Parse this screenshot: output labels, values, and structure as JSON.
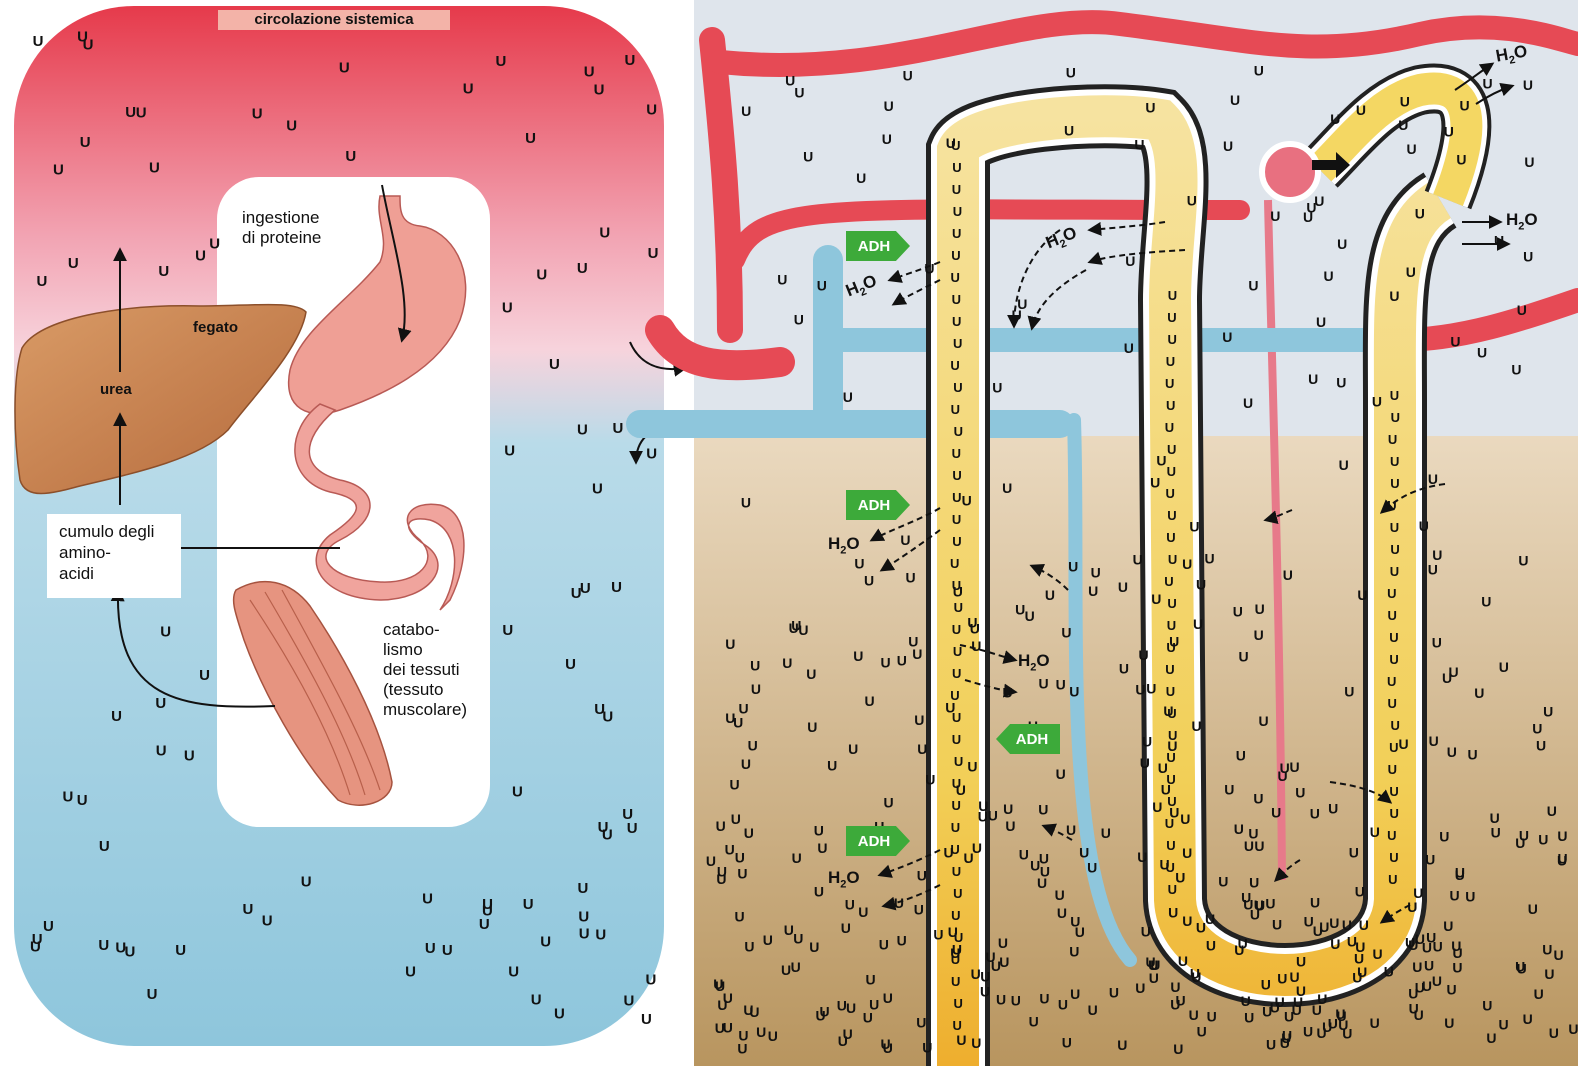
{
  "labels": {
    "systemic": "circolazione sistemica",
    "protein_intake": [
      "ingestione",
      "di proteine"
    ],
    "liver": "fegato",
    "urea": "urea",
    "amino_pool": [
      "cumulo degli",
      "amino-",
      "acidi"
    ],
    "catabolism": [
      "catabo-",
      "lismo",
      "dei tessuti",
      "(tessuto",
      "muscolare)"
    ]
  },
  "symbols": {
    "urea": "U",
    "water_main": "H",
    "water_sub": "2",
    "water_tail": "O",
    "adh": "ADH"
  },
  "colors": {
    "artery": "#e64a55",
    "vein": "#8ec6dc",
    "tubule": "#f4d763",
    "medulla": "#c8a97a",
    "adh": "#3daa3a"
  }
}
